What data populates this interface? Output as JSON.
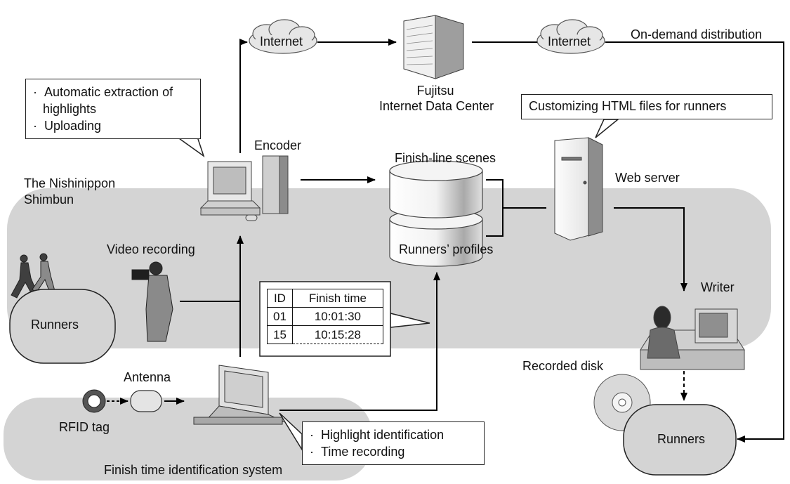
{
  "labels": {
    "internet_left": "Internet",
    "internet_right": "Internet",
    "data_center": [
      "Fujitsu",
      "Internet Data Center"
    ],
    "on_demand": "On-demand distribution",
    "encoder": "Encoder",
    "nishinippon": [
      "The Nishinippon",
      "Shimbun"
    ],
    "finish_line_scenes": "Finish-line scenes",
    "runners_profiles": "Runners’ profiles",
    "web_server": "Web server",
    "writer": "Writer",
    "video_recording": "Video recording",
    "runners_left": "Runners",
    "runners_right": "Runners",
    "antenna": "Antenna",
    "rfid_tag": "RFID tag",
    "recorded_disk": "Recorded disk",
    "finish_system": "Finish time identification system"
  },
  "callouts": {
    "encoder_tasks": [
      "Automatic extraction of",
      "highlights",
      "Uploading"
    ],
    "customizing": "Customizing HTML files for runners",
    "laptop_tasks": [
      "Highlight identification",
      "Time recording"
    ]
  },
  "finish_table": {
    "headers": [
      "ID",
      "Finish time"
    ],
    "rows": [
      [
        "01",
        "10:01:30"
      ],
      [
        "15",
        "10:15:28"
      ]
    ]
  }
}
